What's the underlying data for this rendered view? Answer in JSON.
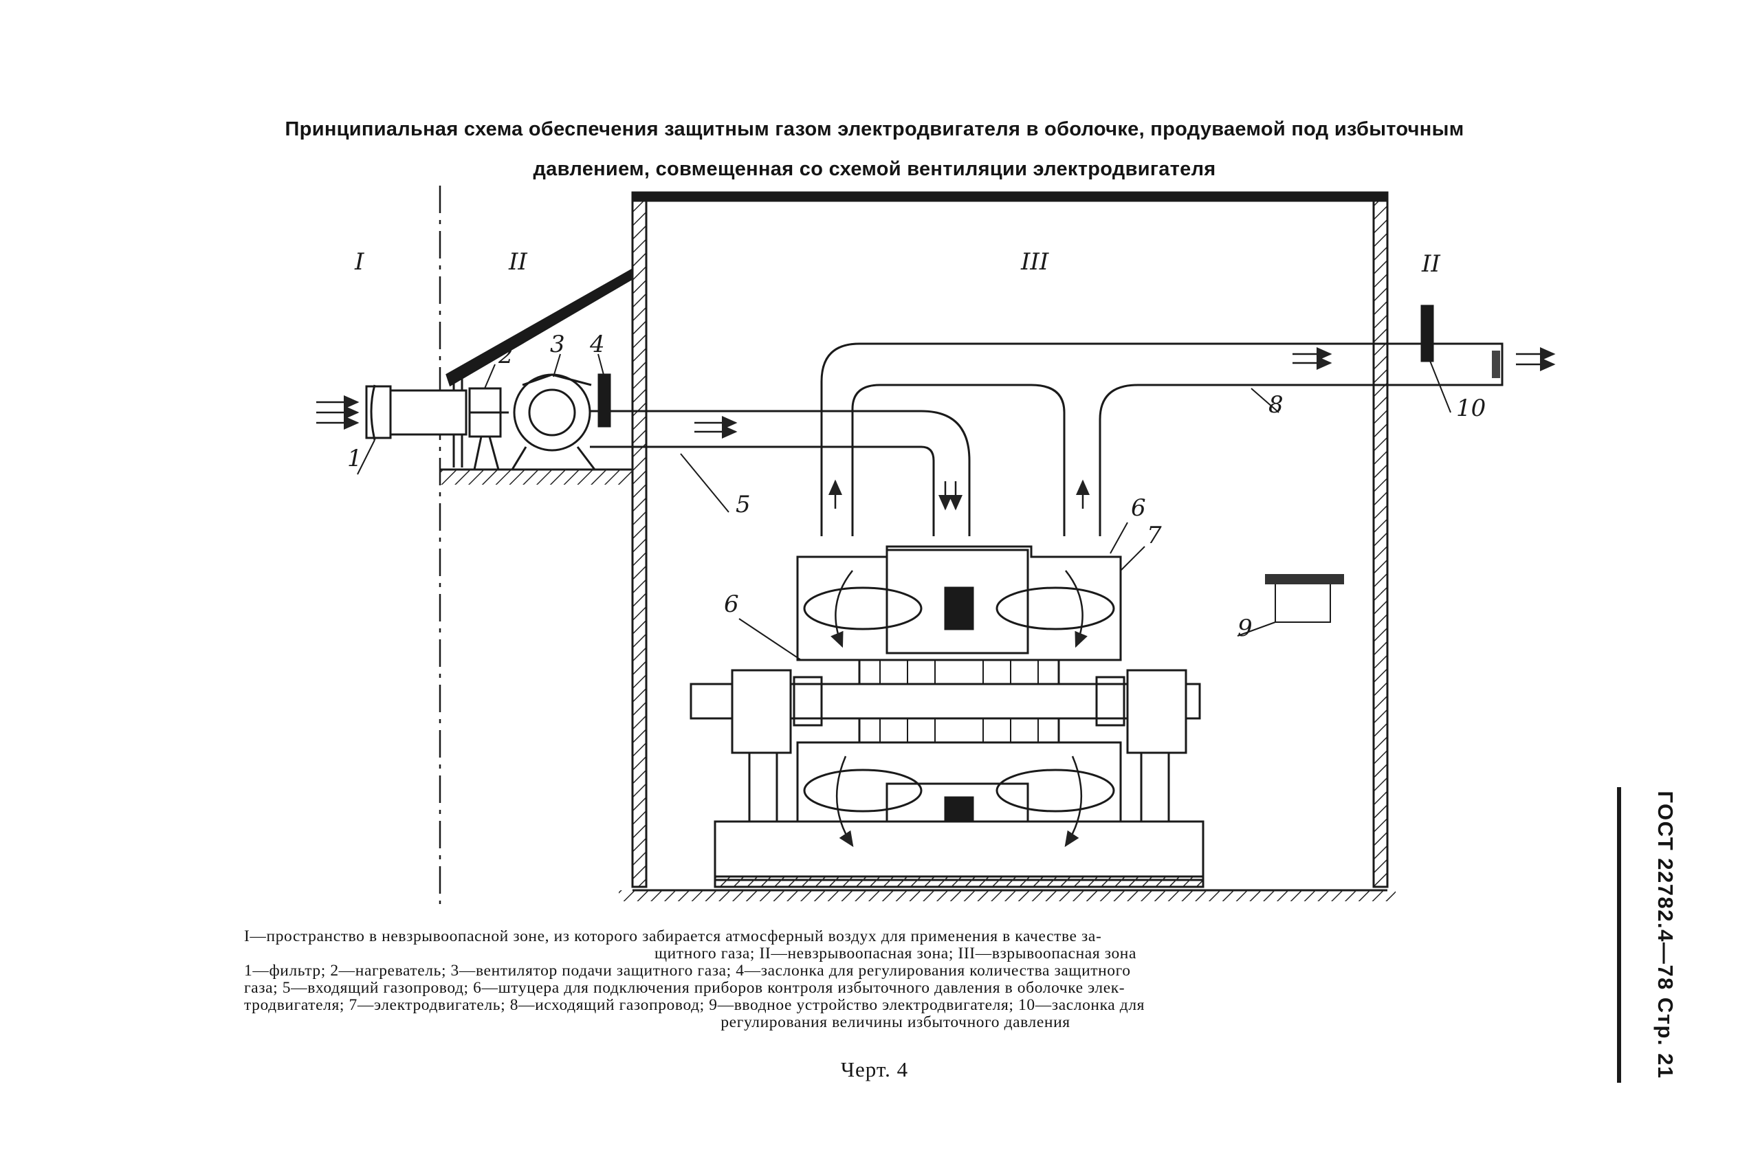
{
  "document": {
    "title_line1": "Принципиальная  схема обеспечения защитным газом электродвигателя в оболочке, продуваемой под избыточным",
    "title_line2": "давлением, совмещенная со схемой вентиляции электродвигателя",
    "zone_labels": [
      "I",
      "II",
      "III",
      "II"
    ],
    "part_labels": [
      "1",
      "2",
      "3",
      "4",
      "5",
      "6",
      "6",
      "7",
      "8",
      "9",
      "10"
    ],
    "legend": {
      "zones_line1": "I—пространство в невзрывоопасной зоне, из которого забирается    атмосферный воздух для применения в качестве за-",
      "zones_line2": "щитного газа; II—невзрывоопасная зона; III—взрывоопасная зона",
      "parts_line1": "1—фильтр; 2—нагреватель; 3—вентилятор подачи защитного газа; 4—заслонка для регулирования количества защитного",
      "parts_line2": "газа; 5—входящий газопровод; 6—штуцера для подключения приборов контроля избыточного давления в оболочке элек-",
      "parts_line3": "тродвигателя; 7—электродвигатель; 8—исходящий газопровод; 9—вводное устройство электродвигателя;  10—заслонка для",
      "parts_line4": "регулирования величины избыточного давления"
    },
    "caption": "Черт. 4",
    "side_text": "ГОСТ 22782.4—78 Стр. 21"
  }
}
